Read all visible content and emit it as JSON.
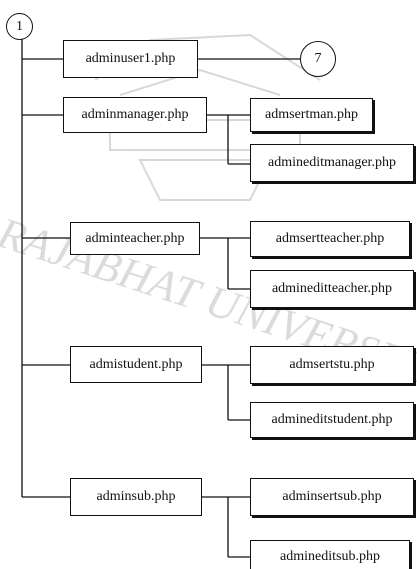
{
  "connectors": {
    "start": "1",
    "end": "7"
  },
  "nodes": {
    "adminuser1": "adminuser1.php",
    "adminmanager": "adminmanager.php",
    "admsertman": "admsertman.php",
    "admineditmanager": "admineditmanager.php",
    "adminteacher": "adminteacher.php",
    "admsertteacher": "admsertteacher.php",
    "admineditteacher": "admineditteacher.php",
    "admistudent": "admistudent.php",
    "admsertstu": "admsertstu.php",
    "admineditstudent": "admineditstudent.php",
    "adminsub": "adminsub.php",
    "adminsertsub": "adminsertsub.php",
    "admineditsub": "admineditsub.php"
  },
  "watermark_text": "RAJABHAT UNIVERSITY",
  "colors": {
    "line": "#111111",
    "watermark": "#c8c8c8"
  }
}
